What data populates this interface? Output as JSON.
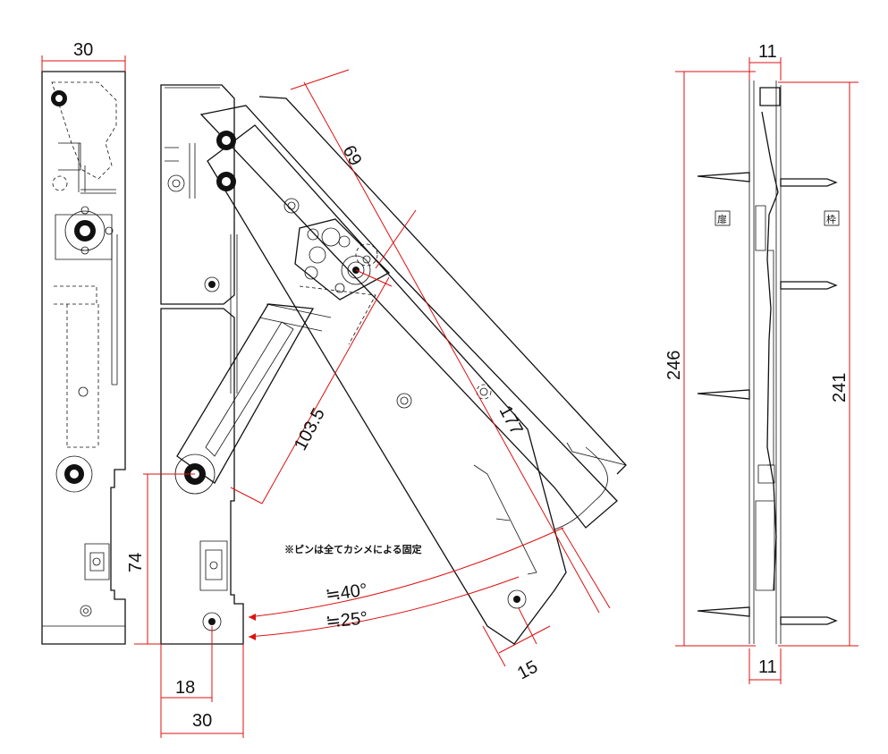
{
  "dimensions": {
    "front_width": "30",
    "arm_length": "69",
    "link_length": "103.5",
    "arm_span": "177",
    "hole_offset": "15",
    "height_low": "74",
    "base_18": "18",
    "base_30": "30",
    "side_top": "11",
    "side_bottom": "11",
    "overall_246": "246",
    "overall_241": "241"
  },
  "angles": {
    "open_40": "≒40°",
    "open_25": "≒25°"
  },
  "labels": {
    "door": "扉",
    "frame": "枠",
    "note": "※ピンは全てカシメによる固定"
  },
  "colors": {
    "dimension_line": "#d11111",
    "outline": "#111111"
  }
}
